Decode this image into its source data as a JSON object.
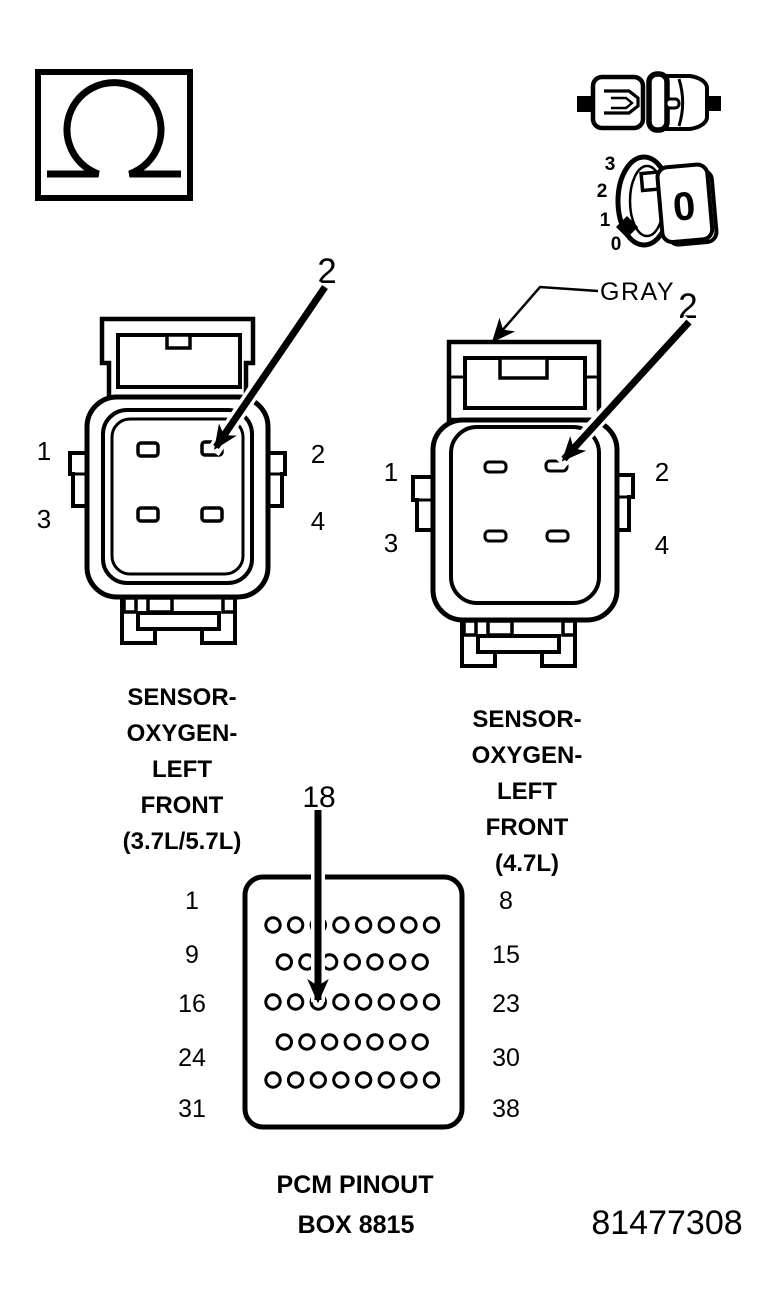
{
  "figure_number": "81477308",
  "palette": {
    "ink": "#000000",
    "paper": "#ffffff"
  },
  "ohmmeter_icon": {
    "symbol": "omega"
  },
  "dial_icon": {
    "scale": [
      "3",
      "2",
      "1",
      "0"
    ],
    "face": "0"
  },
  "left_connector": {
    "callout_pin": "2",
    "pin_labels": {
      "p1": "1",
      "p2": "2",
      "p3": "3",
      "p4": "4"
    },
    "title_lines": [
      "SENSOR-",
      "OXYGEN-",
      "LEFT",
      "FRONT",
      "(3.7L/5.7L)"
    ]
  },
  "right_connector": {
    "color_callout": "GRAY",
    "callout_pin": "2",
    "pin_labels": {
      "p1": "1",
      "p2": "2",
      "p3": "3",
      "p4": "4"
    },
    "title_lines": [
      "SENSOR-",
      "OXYGEN-",
      "LEFT",
      "FRONT",
      "(4.7L)"
    ]
  },
  "pcm": {
    "callout_pin": "18",
    "rows": [
      {
        "start": "1",
        "end": "8",
        "pins": 8
      },
      {
        "start": "9",
        "end": "15",
        "pins": 7
      },
      {
        "start": "16",
        "end": "23",
        "pins": 8
      },
      {
        "start": "24",
        "end": "30",
        "pins": 7
      },
      {
        "start": "31",
        "end": "38",
        "pins": 8
      }
    ],
    "caption_lines": [
      "PCM PINOUT",
      "BOX 8815"
    ]
  }
}
